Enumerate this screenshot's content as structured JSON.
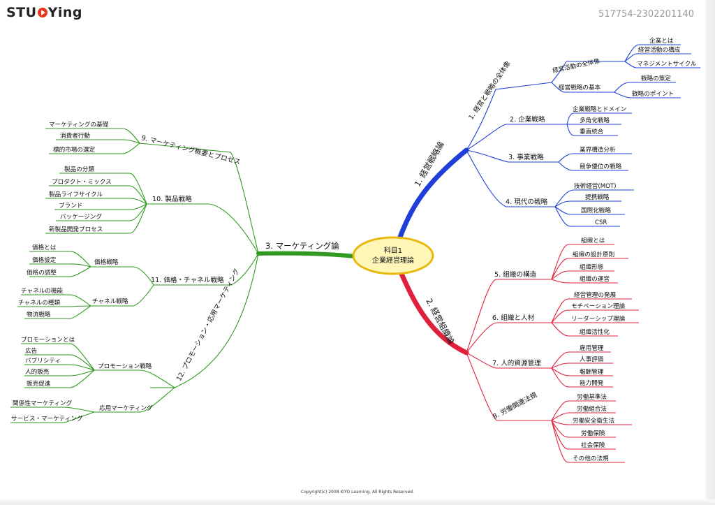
{
  "header": {
    "logo_text_left": "STU",
    "logo_text_right": "Ying",
    "doc_id": "517754-2302201140"
  },
  "footer": {
    "copyright": "Copyright(c) 2008 KIYO Learning, All Rights Reserved."
  },
  "colors": {
    "blue": "#1f3fd8",
    "red": "#e0213d",
    "green": "#2f9a1f",
    "center_fill": "#fff6b8",
    "center_stroke": "#e7b90f"
  },
  "center": {
    "line1": "科目1",
    "line2": "企業経営理論"
  },
  "mains": {
    "blue": "1. 経営戦略論",
    "red": "2. 経営組織論",
    "green": "3. マーケティング論"
  },
  "branches": {
    "b1": "1. 経営と戦略の全体像",
    "b2": "2. 企業戦略",
    "b3": "3. 事業戦略",
    "b4": "4. 現代の戦略",
    "b5": "5. 組織の構造",
    "b6": "6. 組織と人材",
    "b7": "7. 人的資源管理",
    "b8": "8. 労働関連法規",
    "b9": "9. マーケティング概要とプロセス",
    "b10": "10. 製品戦略",
    "b11": "11. 価格・チャネル戦略",
    "b12": "12. プロモーション・応用マーケティング"
  },
  "subs": {
    "s1a": "経営活動の全体像",
    "s1b": "経営戦略の基本",
    "s11a": "価格戦略",
    "s11b": "チャネル戦略",
    "s12a": "プロモーション戦略",
    "s12b": "応用マーケティング"
  },
  "leaves": {
    "l1a1": "企業とは",
    "l1a2": "経営活動の構成",
    "l1a3": "マネジメントサイクル",
    "l1b1": "戦略の策定",
    "l1b2": "戦略のポイント",
    "l2_1": "企業戦略とドメイン",
    "l2_2": "多角化戦略",
    "l2_3": "垂直統合",
    "l3_1": "業界構造分析",
    "l3_2": "競争優位の戦略",
    "l4_1": "技術経営(MOT)",
    "l4_2": "提携戦略",
    "l4_3": "国際化戦略",
    "l4_4": "CSR",
    "l5_1": "組織とは",
    "l5_2": "組織の設計原則",
    "l5_3": "組織形態",
    "l5_4": "組織の運営",
    "l6_1": "経営管理の発展",
    "l6_2": "モチベーション理論",
    "l6_3": "リーダーシップ理論",
    "l6_4": "組織活性化",
    "l7_1": "雇用管理",
    "l7_2": "人事評価",
    "l7_3": "報酬管理",
    "l7_4": "能力開発",
    "l8_1": "労働基準法",
    "l8_2": "労働組合法",
    "l8_3": "労働安全衛生法",
    "l8_4": "労働保険",
    "l8_5": "社会保険",
    "l8_6": "その他の法規",
    "l9_1": "マーケティングの基礎",
    "l9_2": "消費者行動",
    "l9_3": "標的市場の選定",
    "l10_1": "製品の分類",
    "l10_2": "プロダクト・ミックス",
    "l10_3": "製品ライフサイクル",
    "l10_4": "ブランド",
    "l10_5": "パッケージング",
    "l10_6": "新製品開発プロセス",
    "l11a1": "価格とは",
    "l11a2": "価格設定",
    "l11a3": "価格の調整",
    "l11b1": "チャネルの機能",
    "l11b2": "チャネルの種類",
    "l11b3": "物流戦略",
    "l12a1": "プロモーションとは",
    "l12a2": "広告",
    "l12a3": "パブリシティ",
    "l12a4": "人的販売",
    "l12a5": "販売促進",
    "l12b1": "関係性マーケティング",
    "l12b2": "サービス・マーケティング"
  }
}
